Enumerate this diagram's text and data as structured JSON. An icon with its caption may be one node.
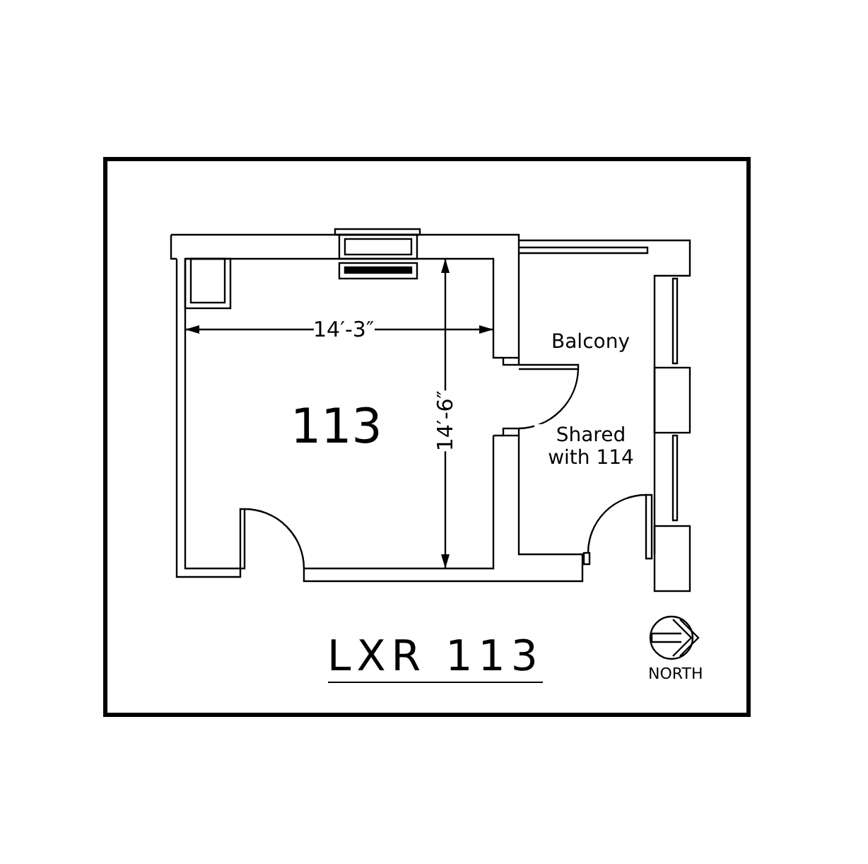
{
  "diagram": {
    "title": "LXR 113",
    "labels": [
      "113",
      "14′-3″",
      "14′-6″",
      "Balcony",
      "Shared with 114",
      "NORTH"
    ]
  }
}
